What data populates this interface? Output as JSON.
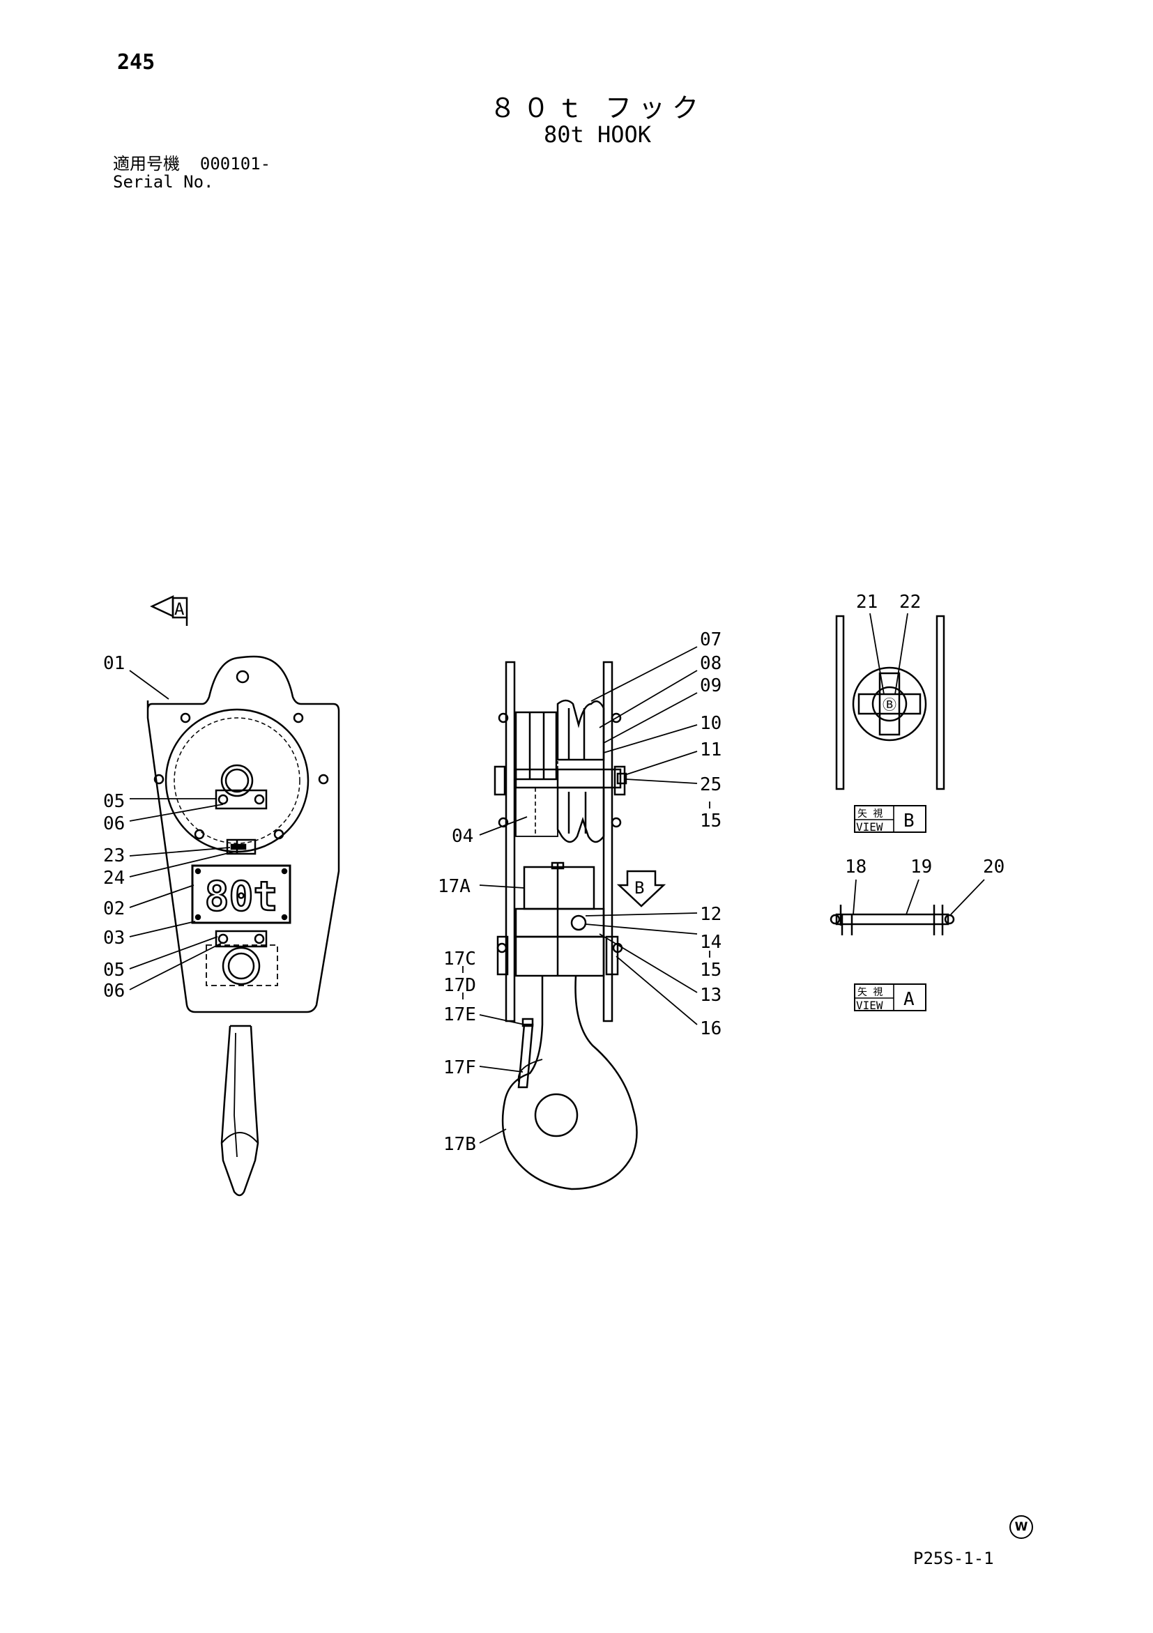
{
  "page_number": "245",
  "title_jp": "８０ｔ フック",
  "title_en": "80t HOOK",
  "serial": {
    "label_jp": "適用号機",
    "value": "000101-",
    "label_en": "Serial No."
  },
  "plate_text": "80t",
  "view_arrow_a": "A",
  "view_arrow_b": "B",
  "view_labels": {
    "jp": "矢 視",
    "en": "VIEW",
    "b_letter": "B",
    "a_letter": "A"
  },
  "front_view_callouts": [
    "01",
    "05",
    "06",
    "23",
    "24",
    "02",
    "03",
    "05",
    "06"
  ],
  "side_view_callouts_right": [
    "07",
    "08",
    "09",
    "10",
    "11",
    "25",
    "15",
    "12",
    "14",
    "15",
    "13",
    "16"
  ],
  "side_view_callouts_left": [
    "04",
    "17A",
    "17C",
    "17D",
    "17E",
    "17F",
    "17B"
  ],
  "view_b_callouts": [
    "21",
    "22"
  ],
  "view_a_callouts": [
    "18",
    "19",
    "20"
  ],
  "watermark": "W",
  "figure_code": "P25S-1-1"
}
